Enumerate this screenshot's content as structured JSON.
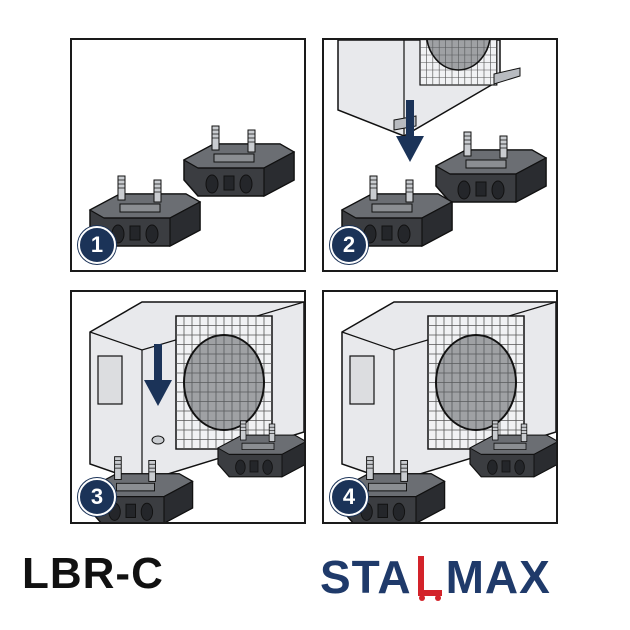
{
  "steps": [
    "1",
    "2",
    "3",
    "4"
  ],
  "model": "LBR-C",
  "brand": {
    "left": "STA",
    "mark": "L",
    "right": "MAX",
    "colors": {
      "primary": "#1f3a6a",
      "accent": "#d3232a"
    }
  },
  "colors": {
    "badge": "#1b3358",
    "frame": "#1a1a1a",
    "unit": "#e8e9ec",
    "rubber": "#3b3d41"
  }
}
